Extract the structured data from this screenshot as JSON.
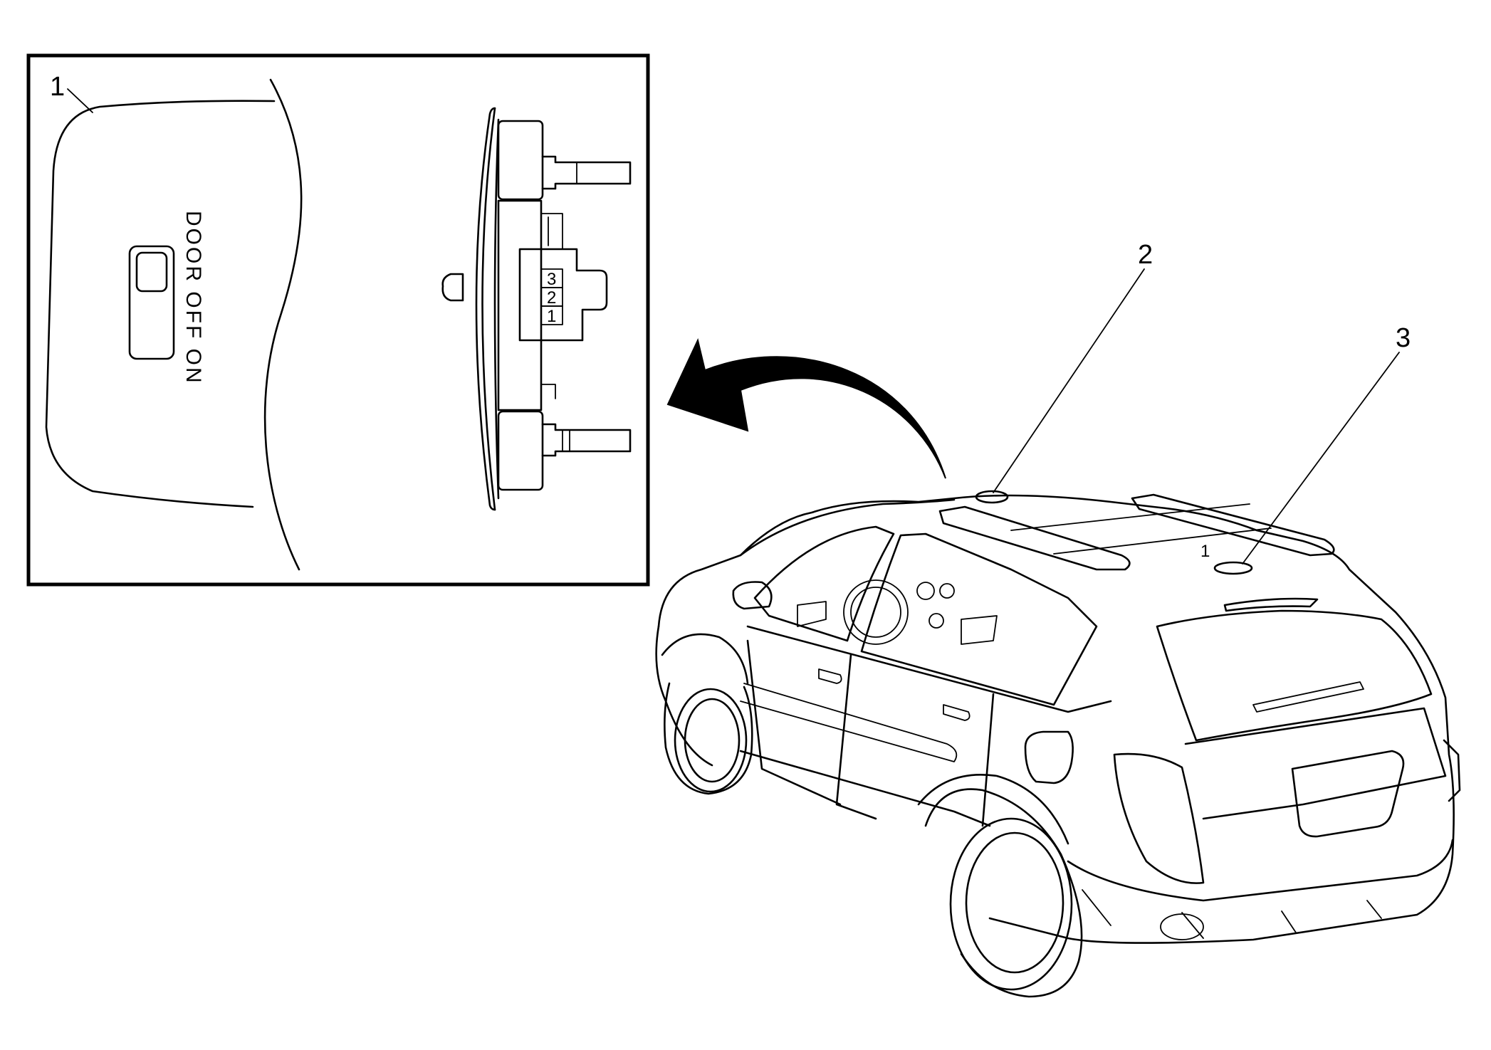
{
  "callouts": {
    "inset_lamp": "1",
    "front_dome_lamp": "2",
    "rear_dome_lamp": "3"
  },
  "lamp_switch": {
    "positions_label": "DOOR OFF ON"
  },
  "connector": {
    "pins": [
      "3",
      "2",
      "1"
    ]
  },
  "roof_marker": "1"
}
